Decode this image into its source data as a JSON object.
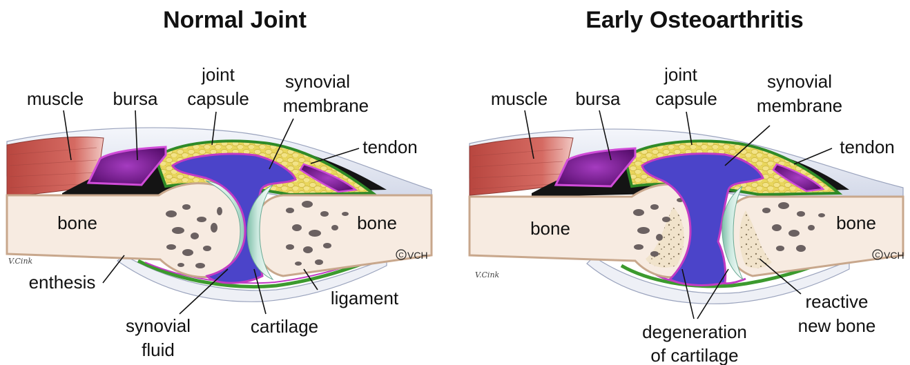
{
  "normal": {
    "title": "Normal Joint",
    "labels": {
      "muscle": "muscle",
      "bursa": "bursa",
      "joint_capsule_1": "joint",
      "joint_capsule_2": "capsule",
      "synovial_membrane_1": "synovial",
      "synovial_membrane_2": "membrane",
      "tendon": "tendon",
      "bone_left": "bone",
      "bone_right": "bone",
      "enthesis": "enthesis",
      "ligament": "ligament",
      "synovial_fluid_1": "synovial",
      "synovial_fluid_2": "fluid",
      "cartilage": "cartilage"
    },
    "copyright": "VCH"
  },
  "osteo": {
    "title": "Early Osteoarthritis",
    "labels": {
      "muscle": "muscle",
      "bursa": "bursa",
      "joint_capsule_1": "joint",
      "joint_capsule_2": "capsule",
      "synovial_membrane_1": "synovial",
      "synovial_membrane_2": "membrane",
      "tendon": "tendon",
      "bone_left": "bone",
      "bone_right": "bone",
      "reactive_new_bone_1": "reactive",
      "reactive_new_bone_2": "new bone",
      "degeneration_1": "degeneration",
      "degeneration_2": "of cartilage"
    },
    "copyright": "VCH"
  },
  "artist_signature": "V.Cink",
  "colors": {
    "muscle": "#c9574f",
    "bone": "#f7ebe1",
    "bone_outline": "#c8a78c",
    "cartilage": "#d8efe8",
    "synovial_fluid": "#4b44c9",
    "synovial_membrane": "#c23bc4",
    "capsule_green": "#3c9a2e",
    "fat_yellow": "#e8d55a",
    "bursa": "#8a1fa3",
    "tendon": "#dfe3ef"
  }
}
